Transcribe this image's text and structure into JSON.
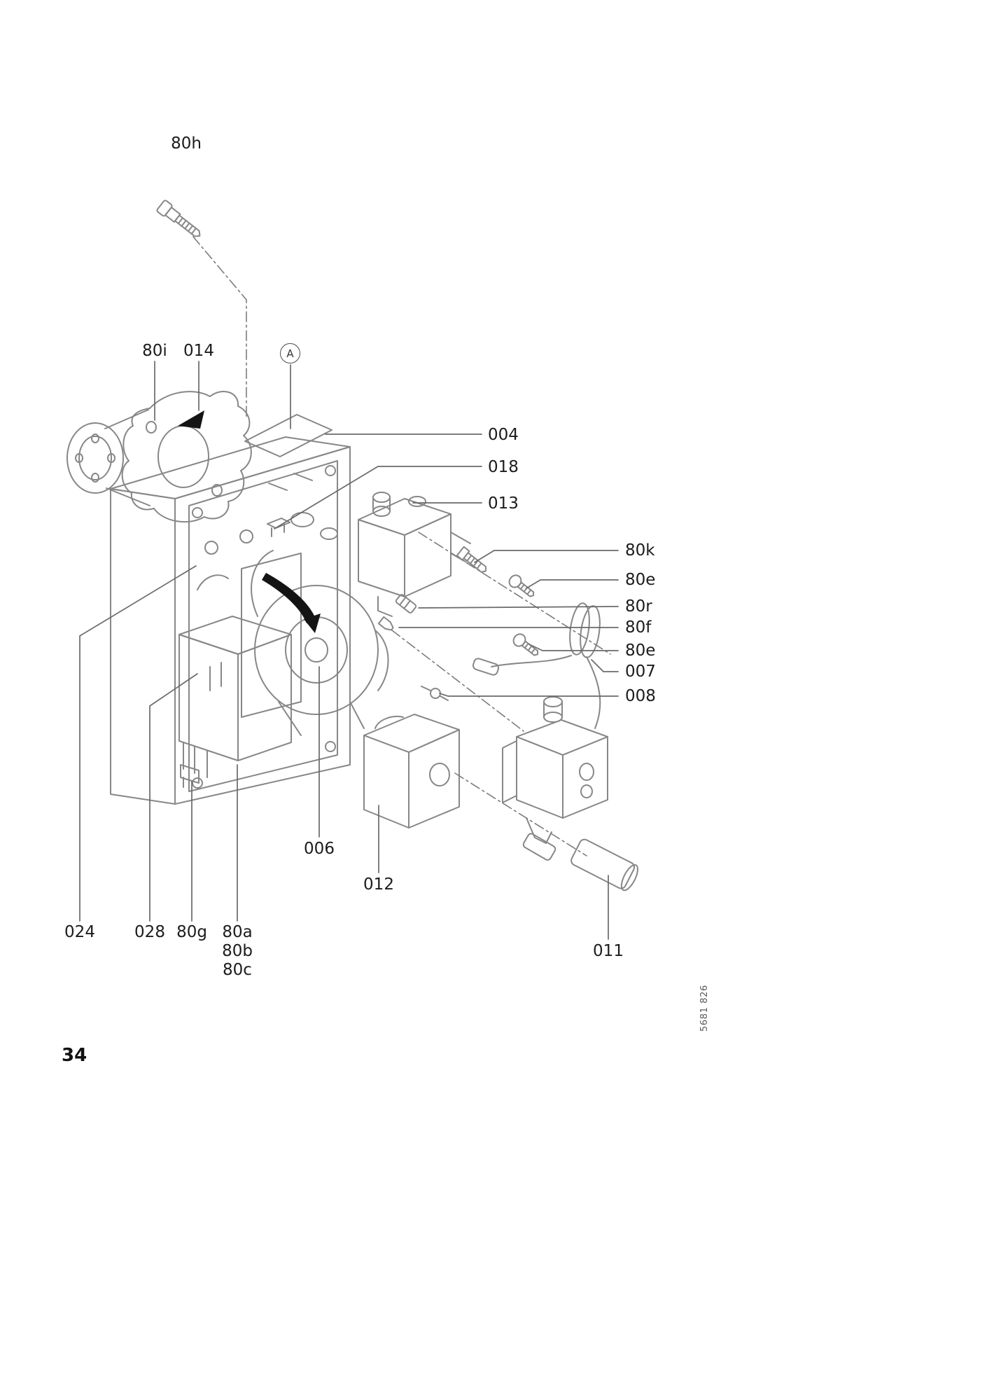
{
  "document": {
    "page_number": "34",
    "doc_code": "5681 826"
  },
  "callouts": {
    "k80h": "80h",
    "k80i": "80i",
    "k014": "014",
    "kA": "A",
    "k004": "004",
    "k018": "018",
    "k013": "013",
    "k80k": "80k",
    "k80e_upper": "80e",
    "k80r": "80r",
    "k80f": "80f",
    "k80e_lower": "80e",
    "k007": "007",
    "k008": "008",
    "k006": "006",
    "k012": "012",
    "k024": "024",
    "k028": "028",
    "k80g": "80g",
    "k80a": "80a",
    "k80b": "80b",
    "k80c": "80c",
    "k011": "011"
  },
  "colors": {
    "drawing_line": "#878787",
    "leader_line": "#6a6a6a",
    "text": "#1c1c1c",
    "solid_marker": "#141414"
  }
}
